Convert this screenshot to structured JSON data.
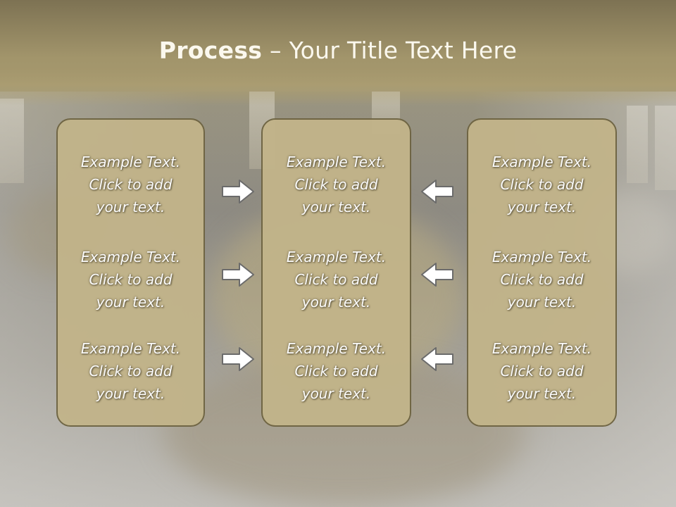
{
  "title": {
    "bold": "Process",
    "rest": " – Your Title Text Here"
  },
  "panels": [
    {
      "items": [
        {
          "line1": "Example Text.",
          "line2": "Click  to add",
          "line3": "your text."
        },
        {
          "line1": "Example Text.",
          "line2": "Click  to add",
          "line3": "your text."
        },
        {
          "line1": "Example Text.",
          "line2": "Click  to add",
          "line3": "your text."
        }
      ]
    },
    {
      "items": [
        {
          "line1": "Example Text.",
          "line2": "Click  to add",
          "line3": "your text."
        },
        {
          "line1": "Example Text.",
          "line2": "Click  to add",
          "line3": "your text."
        },
        {
          "line1": "Example Text.",
          "line2": "Click  to add",
          "line3": "your text."
        }
      ]
    },
    {
      "items": [
        {
          "line1": "Example Text.",
          "line2": "Click  to add",
          "line3": "your text."
        },
        {
          "line1": "Example Text.",
          "line2": "Click  to add",
          "line3": "your text."
        },
        {
          "line1": "Example Text.",
          "line2": "Click  to add",
          "line3": "your text."
        }
      ]
    }
  ],
  "arrows": {
    "left_group": "right-arrow-icon",
    "right_group": "left-arrow-icon"
  },
  "colors": {
    "panel_fill": "#c2b48a",
    "panel_border": "#6e6442",
    "title_band": "#a2956b"
  }
}
